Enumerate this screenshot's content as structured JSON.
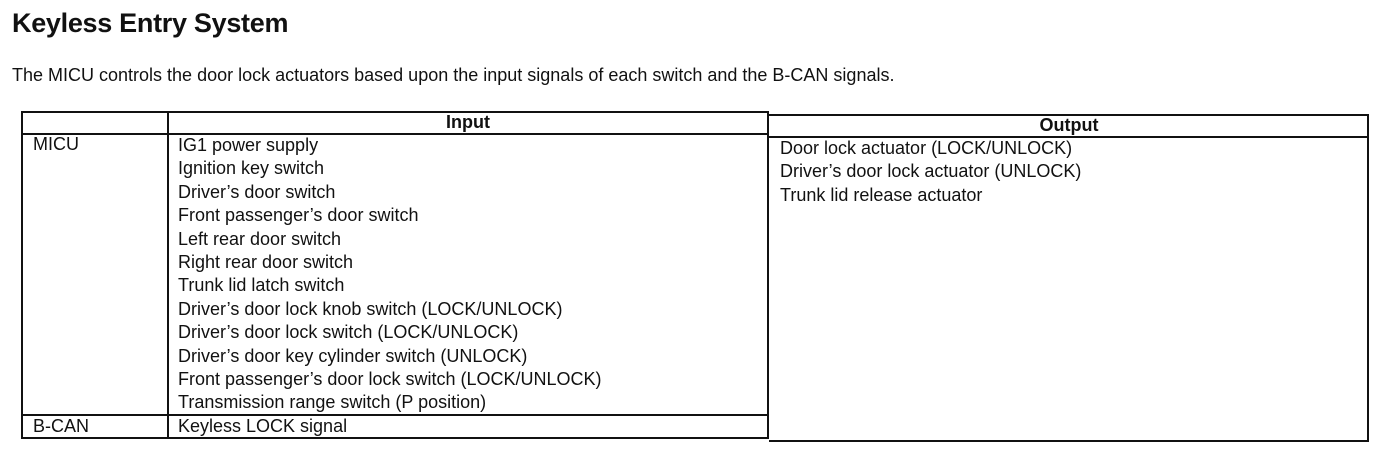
{
  "title": "Keyless Entry System",
  "intro": "The MICU controls the door lock actuators based upon the input signals of each switch and the B-CAN signals.",
  "table": {
    "headers": {
      "source": "",
      "input": "Input",
      "output": "Output"
    },
    "rows": [
      {
        "source": "MICU",
        "inputs": [
          "IG1 power supply",
          "Ignition key switch",
          "Driver’s door switch",
          "Front passenger’s door switch",
          "Left rear door switch",
          "Right rear door switch",
          "Trunk lid latch switch",
          "Driver’s door lock knob switch (LOCK/UNLOCK)",
          "Driver’s door lock switch (LOCK/UNLOCK)",
          "Driver’s door key cylinder switch (UNLOCK)",
          "Front passenger’s door lock switch (LOCK/UNLOCK)",
          "Transmission range switch (P position)"
        ]
      },
      {
        "source": "B-CAN",
        "inputs": [
          "Keyless LOCK signal"
        ]
      }
    ],
    "outputs": [
      "Door lock actuator (LOCK/UNLOCK)",
      "Driver’s door lock actuator (UNLOCK)",
      "Trunk lid release actuator"
    ]
  }
}
